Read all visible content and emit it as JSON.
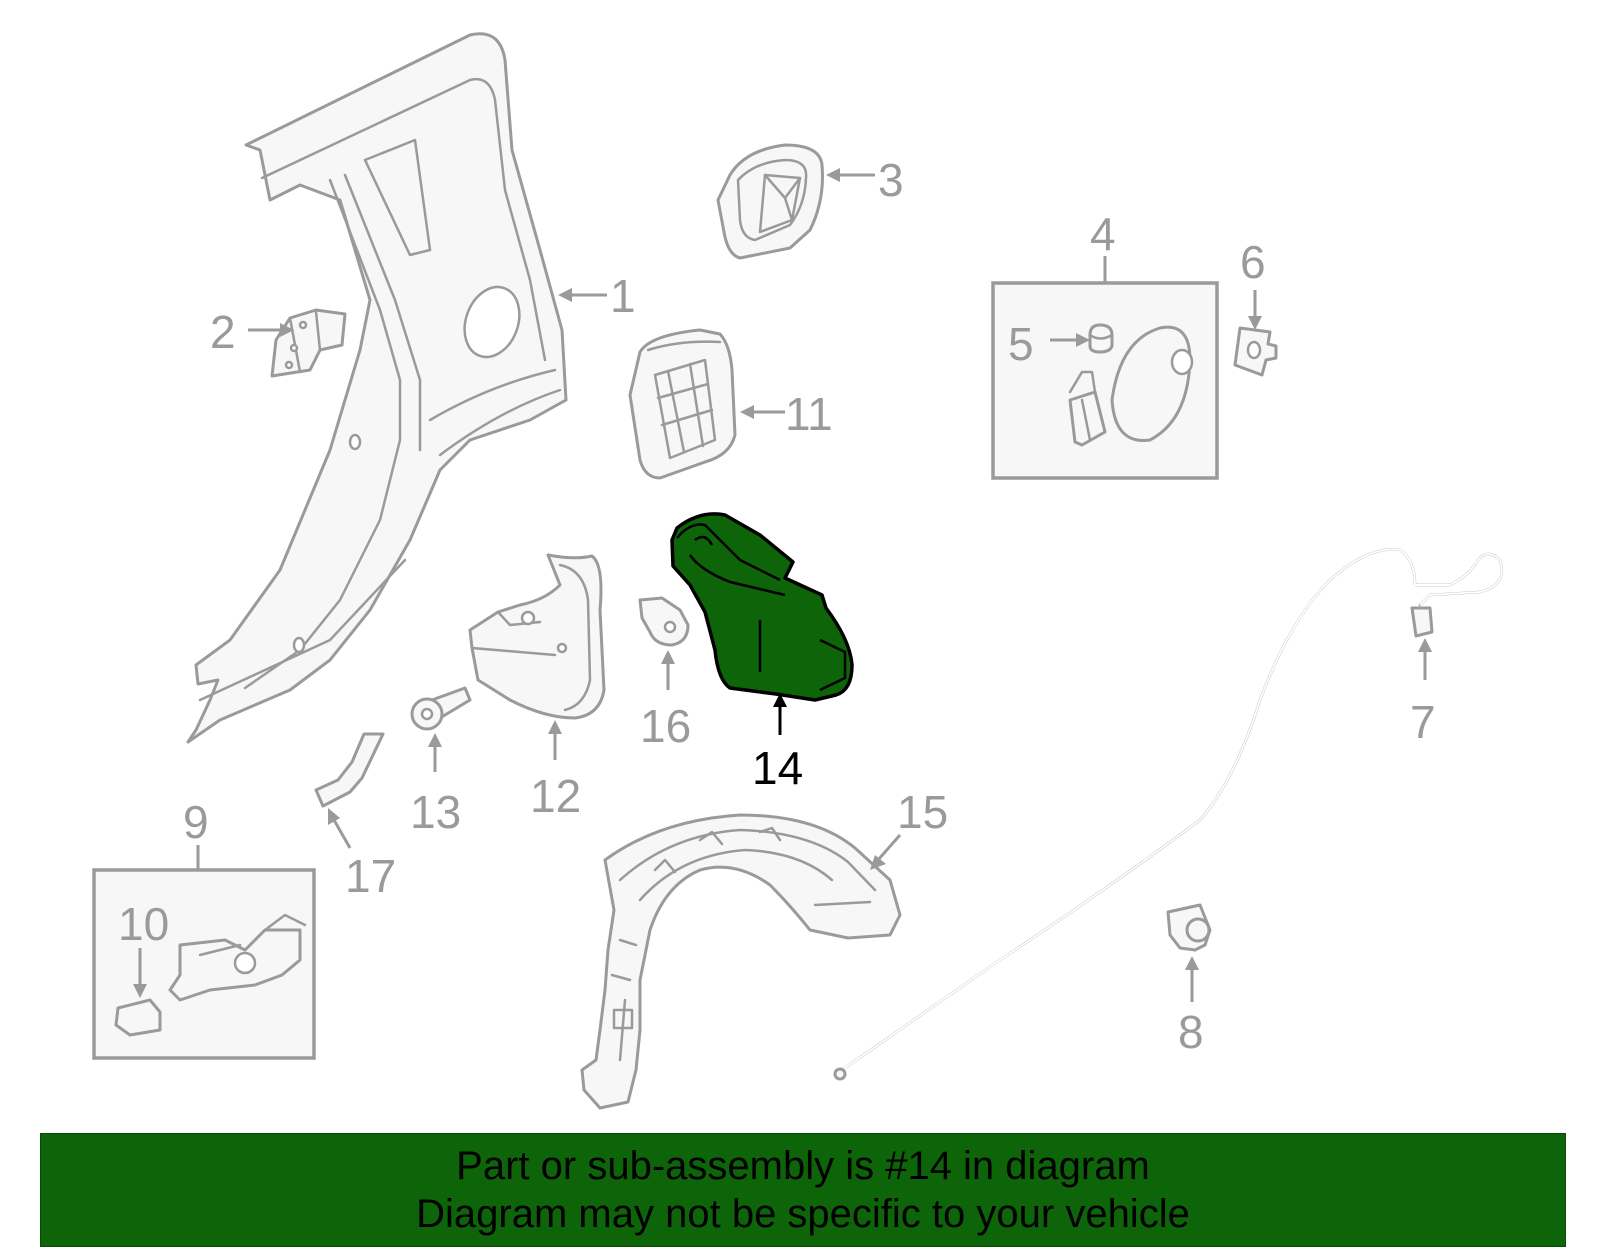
{
  "callouts": {
    "c1": "1",
    "c2": "2",
    "c3": "3",
    "c4": "4",
    "c5": "5",
    "c6": "6",
    "c7": "7",
    "c8": "8",
    "c9": "9",
    "c10": "10",
    "c11": "11",
    "c12": "12",
    "c13": "13",
    "c14": "14",
    "c15": "15",
    "c16": "16",
    "c17": "17"
  },
  "highlighted_part": "14",
  "colors": {
    "highlight_fill": "#0e6408",
    "line_gray": "#9a9a9a",
    "banner_bg": "#0e6408"
  },
  "banner": {
    "line1": "Part or sub-assembly is #14 in diagram",
    "line2": "Diagram may not be specific to your vehicle"
  }
}
